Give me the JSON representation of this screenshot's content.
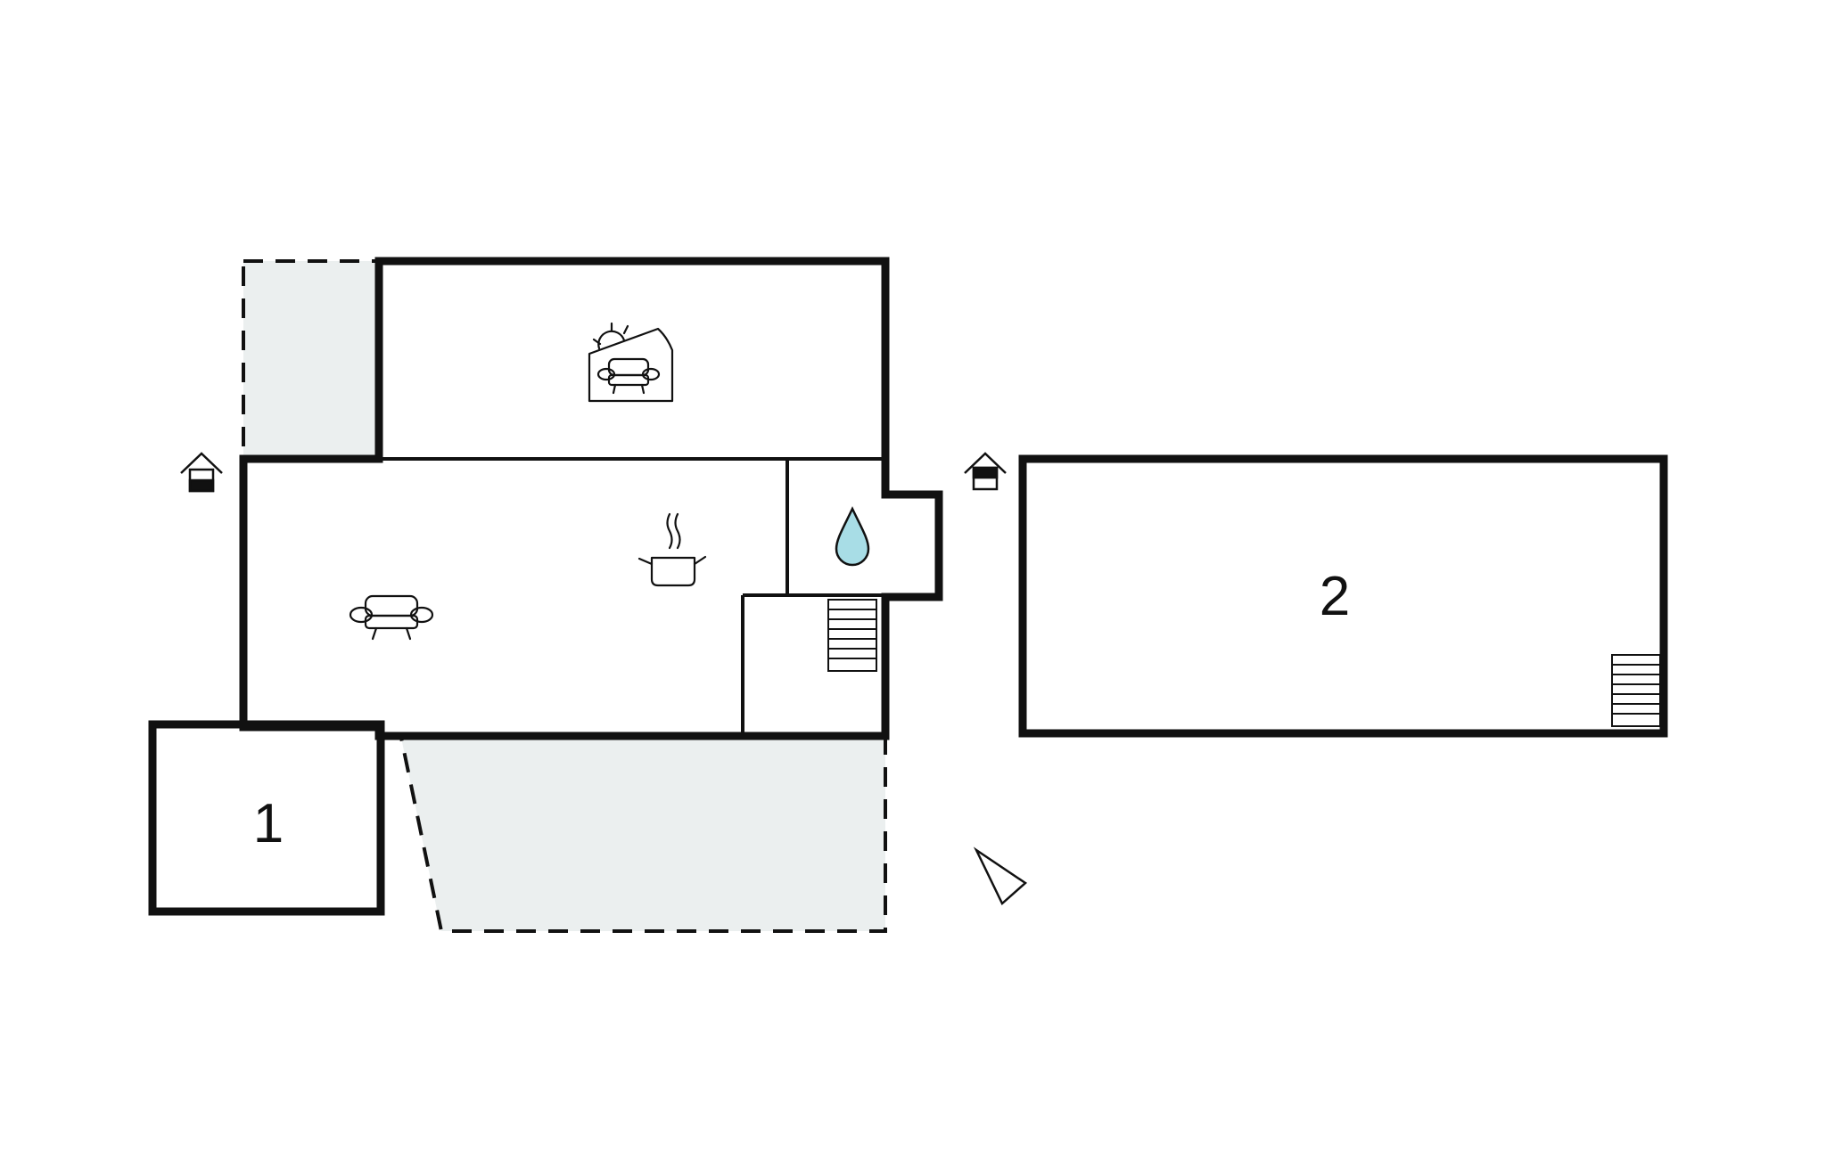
{
  "colors": {
    "wall": "#111111",
    "terrace_fill": "#ebefef",
    "water": "#a8dde6",
    "background": "#ffffff"
  },
  "buildings": [
    {
      "id": "main-house",
      "label": ""
    },
    {
      "id": "annex-1",
      "label": "1"
    },
    {
      "id": "annex-2",
      "label": "2"
    }
  ],
  "icons": [
    "sun-room-icon",
    "sofa-icon",
    "kitchen-pot-icon",
    "water-drop-icon",
    "stairs-icon",
    "entrance-house-icon",
    "north-arrow-icon"
  ]
}
